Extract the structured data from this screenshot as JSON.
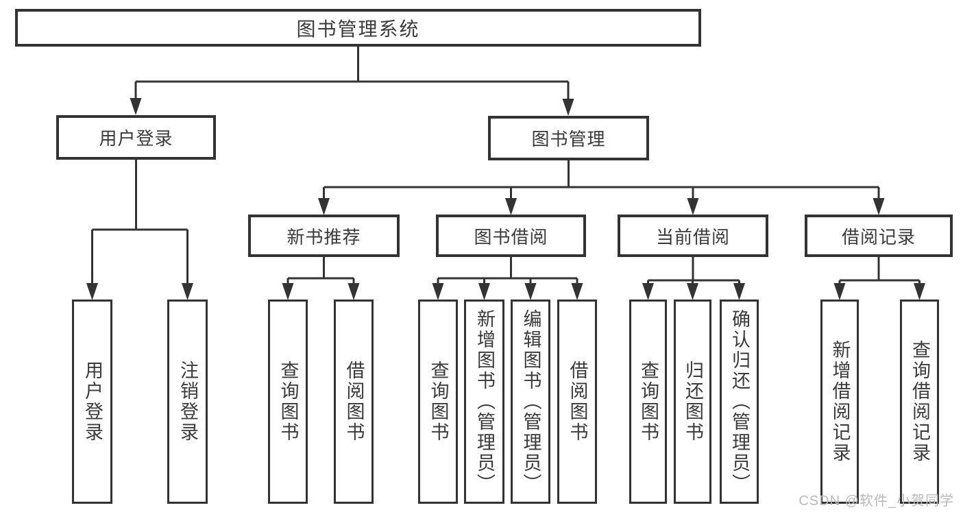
{
  "diagram": {
    "tree": {
      "label": "图书管理系统",
      "children": [
        {
          "label": "用户登录",
          "children": [
            {
              "label": "用户登录"
            },
            {
              "label": "注销登录"
            }
          ]
        },
        {
          "label": "图书管理",
          "children": [
            {
              "label": "新书推荐",
              "children": [
                {
                  "label": "查询图书"
                },
                {
                  "label": "借阅图书"
                }
              ]
            },
            {
              "label": "图书借阅",
              "children": [
                {
                  "label": "查询图书"
                },
                {
                  "label": "新增图书（管理员）"
                },
                {
                  "label": "编辑图书（管理员）"
                },
                {
                  "label": "借阅图书"
                }
              ]
            },
            {
              "label": "当前借阅",
              "children": [
                {
                  "label": "查询图书"
                },
                {
                  "label": "归还图书"
                },
                {
                  "label": "确认归还（管理员）"
                }
              ]
            },
            {
              "label": "借阅记录",
              "children": [
                {
                  "label": "新增借阅记录"
                },
                {
                  "label": "查询借阅记录"
                }
              ]
            }
          ]
        }
      ]
    }
  },
  "watermark": {
    "text": "CSDN @软件_小贺同学"
  },
  "colors": {
    "line": "#333333",
    "text": "#3a3a3a",
    "background": "#ffffff",
    "watermark": "#b9b9b9"
  }
}
